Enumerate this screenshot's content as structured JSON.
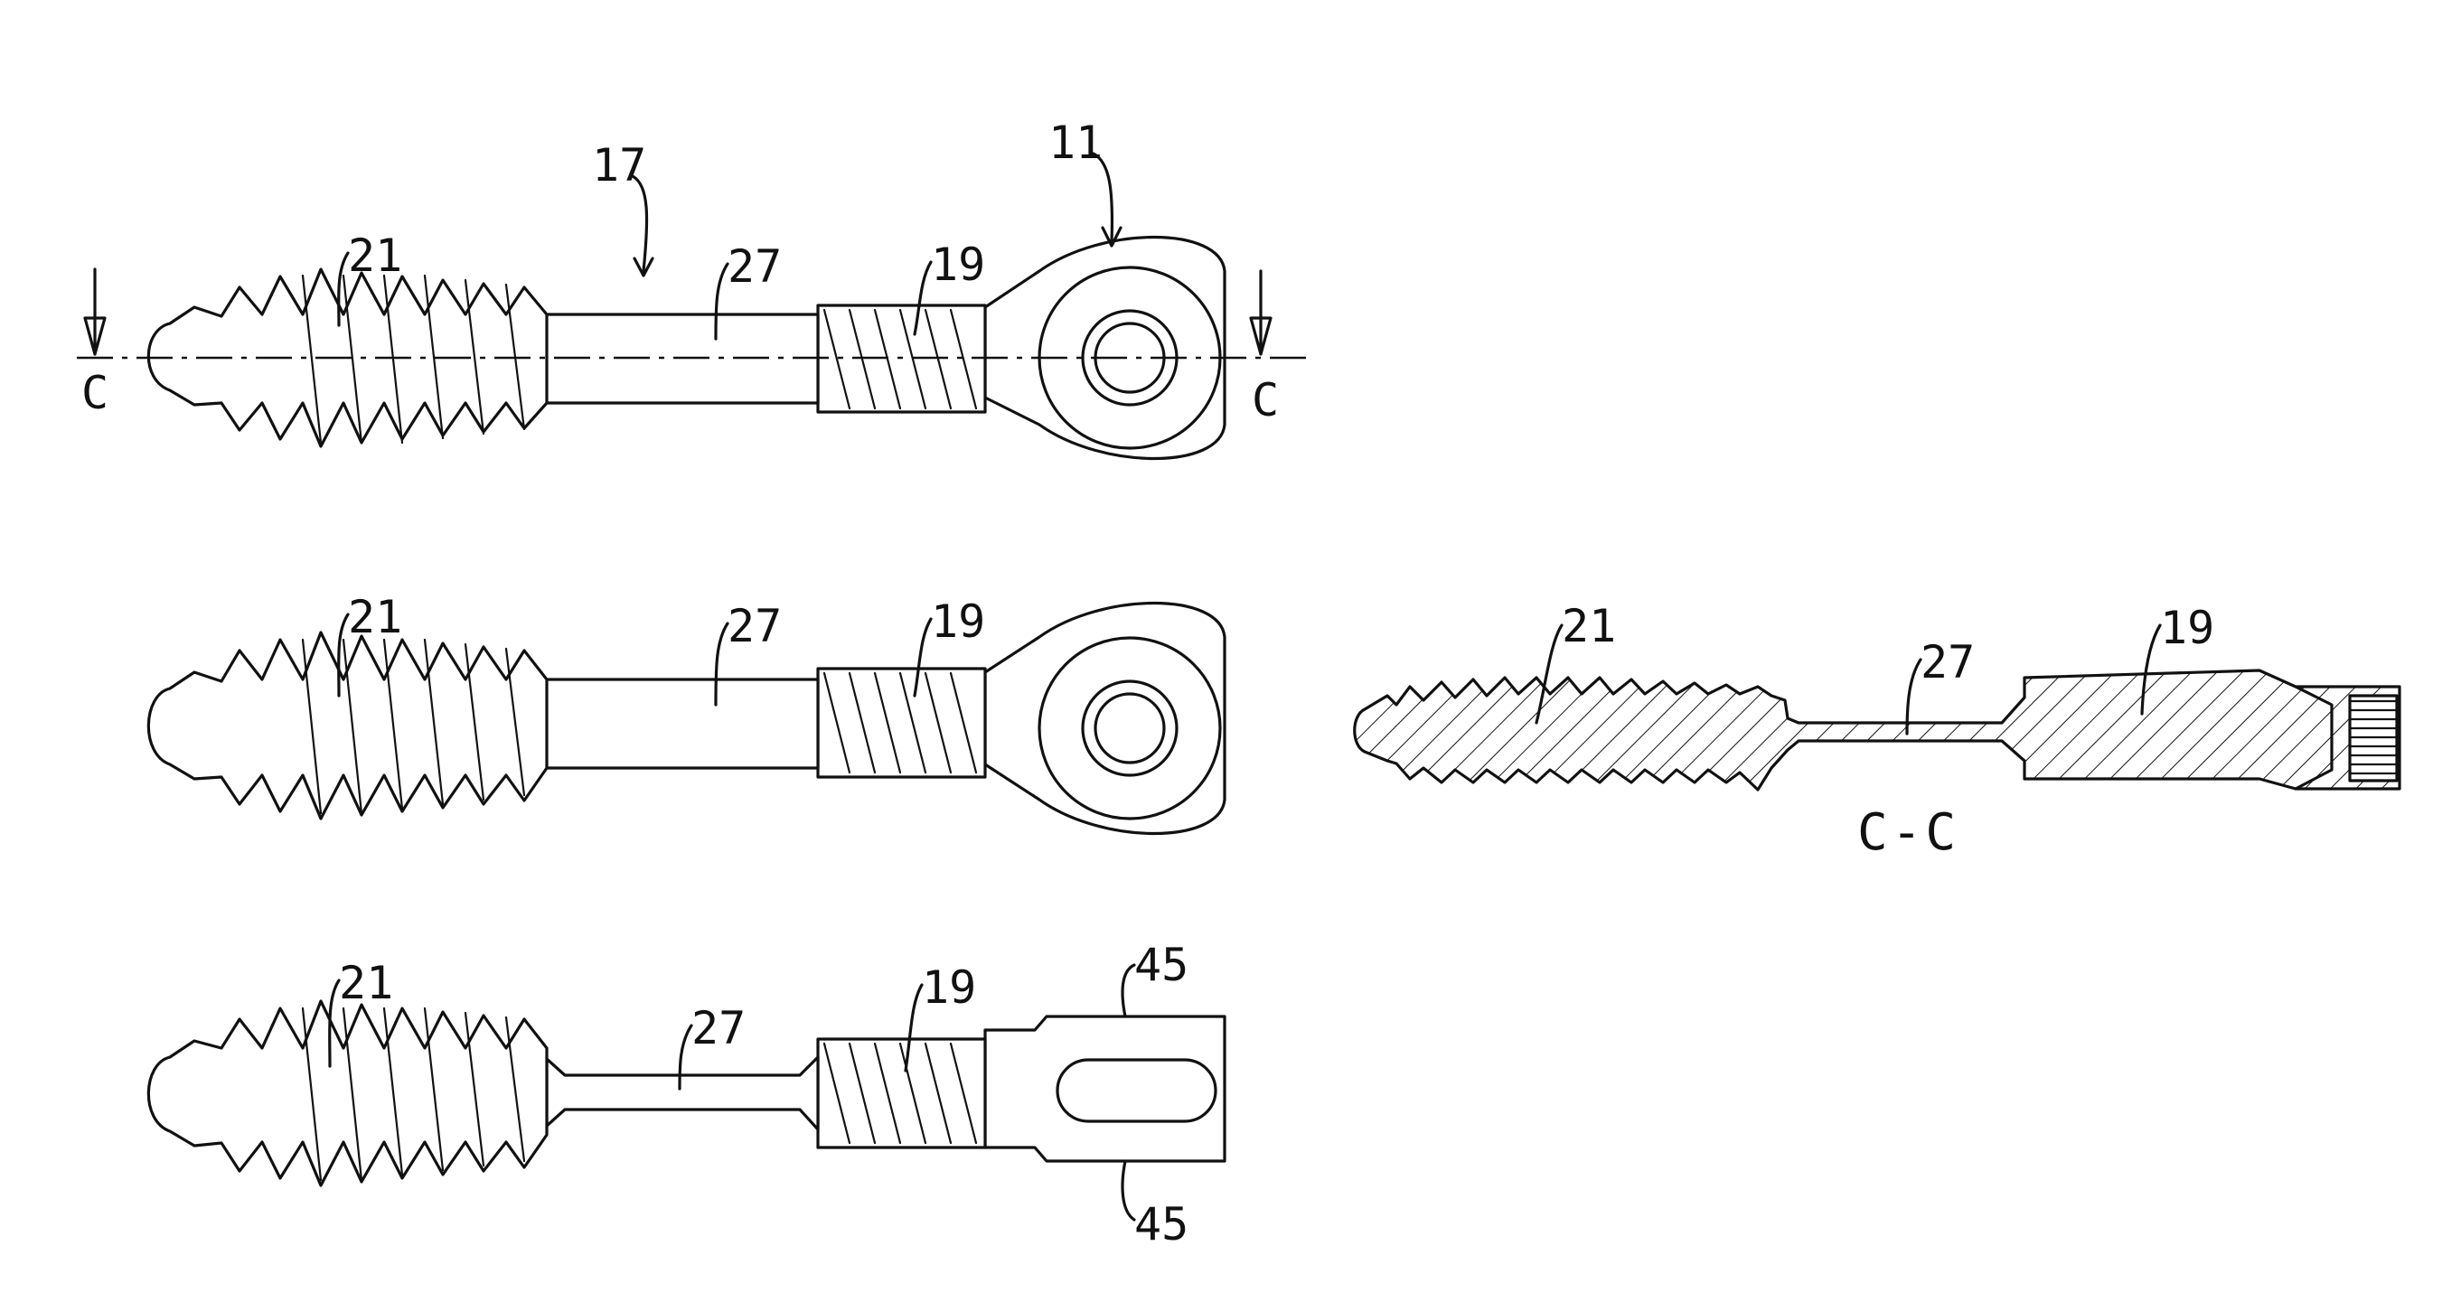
{
  "figure": {
    "labels": {
      "screw_assembly": "17",
      "eye_head": "11",
      "bone_thread": "21",
      "shaft": "27",
      "machine_thread": "19",
      "flat_faces": "45"
    },
    "section": {
      "marker_left": "C",
      "marker_right": "C",
      "caption": "C-C"
    }
  }
}
